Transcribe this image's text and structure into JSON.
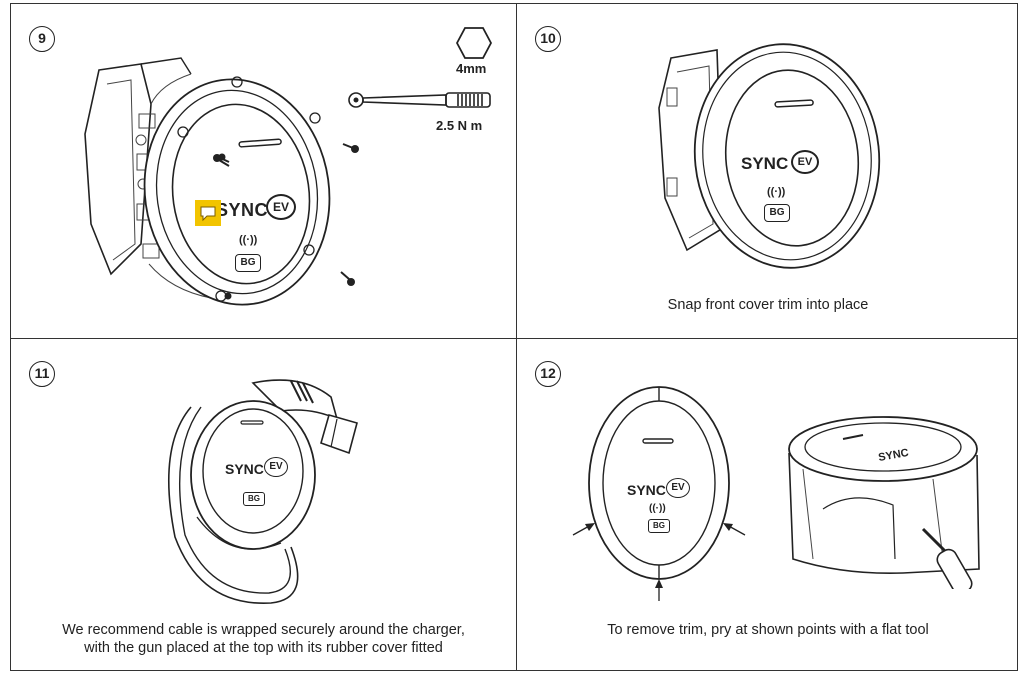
{
  "panels": {
    "p9": {
      "step": "9",
      "tool_size": "4mm",
      "torque": "2.5 N m",
      "brand": "SYNC",
      "brand_ev": "EV",
      "badge": "BG",
      "wireless": "((·))",
      "icons": [
        "hex-key-icon",
        "torque-wrench-icon",
        "screw-icon",
        "comment-annotation-icon"
      ],
      "annotation_color": "#f2c400"
    },
    "p10": {
      "step": "10",
      "caption": "Snap front cover trim into place",
      "brand": "SYNC",
      "brand_ev": "EV",
      "badge": "BG",
      "wireless": "((·))"
    },
    "p11": {
      "step": "11",
      "caption_line1": "We recommend cable is wrapped securely around the charger,",
      "caption_line2": "with the gun placed at the top with its rubber cover fitted",
      "brand": "SYNC",
      "brand_ev": "EV",
      "badge": "BG"
    },
    "p12": {
      "step": "12",
      "caption": "To remove trim, pry at shown points with a flat tool",
      "brand": "SYNC",
      "brand_ev": "EV",
      "badge": "BG",
      "wireless": "((·))",
      "icons": [
        "arrow-left-pry-icon",
        "arrow-right-pry-icon",
        "arrow-bottom-pry-icon"
      ]
    }
  }
}
